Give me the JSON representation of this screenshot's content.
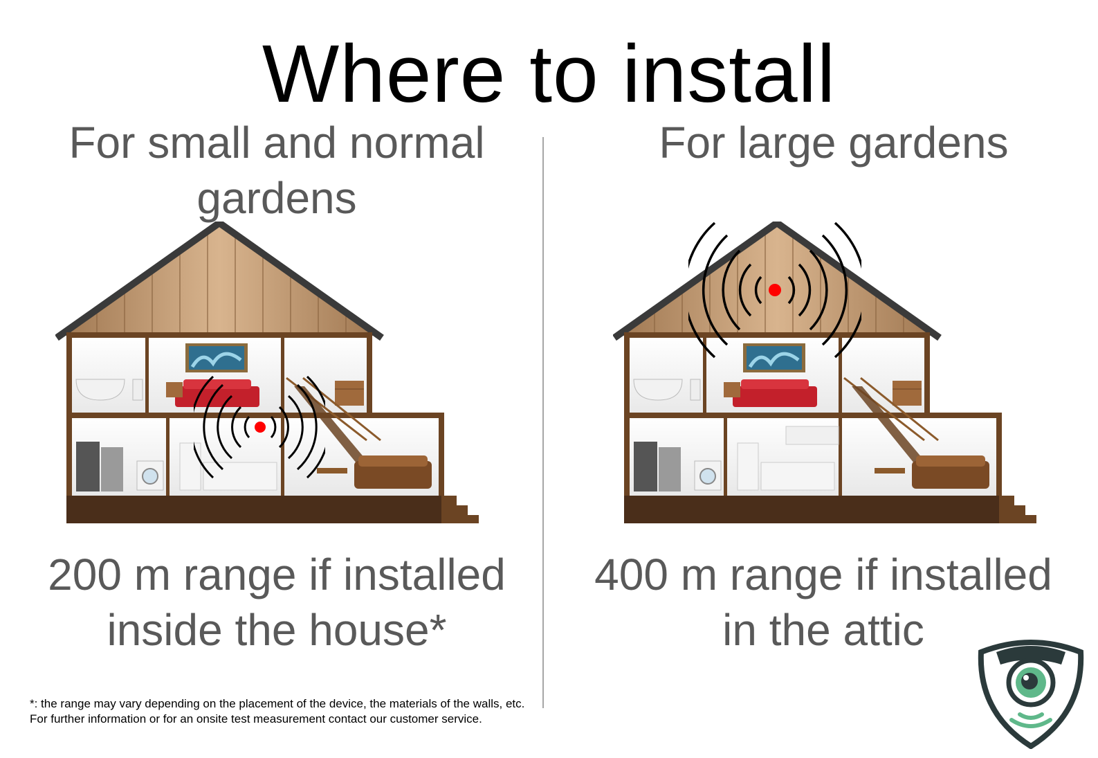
{
  "title": "Where to install",
  "left": {
    "heading": "For small and normal gardens",
    "range_line1": "200 m range if installed",
    "range_line2": "inside the house*"
  },
  "right": {
    "heading": "For large gardens",
    "range_line1": "400 m range if installed",
    "range_line2": "in the attic"
  },
  "footnote": "*: the range may vary depending on the placement of the device, the materials of the walls, etc. For further information or for an onsite test measurement contact our customer service.",
  "colors": {
    "signal_dot": "#ff0000",
    "logo_dark": "#2b3a3b",
    "logo_green": "#5fb88a",
    "wood": "#6b4423"
  },
  "icons": {
    "house": "house-cutaway-illustration",
    "signal": "wifi-signal-waves-icon",
    "logo": "security-camera-shield-logo"
  }
}
